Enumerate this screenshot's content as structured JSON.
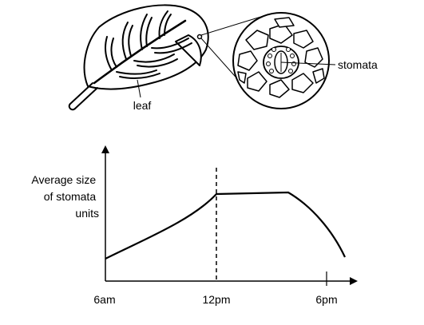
{
  "labels": {
    "leaf": "leaf",
    "stomata": "stomata"
  },
  "graph": {
    "ylabel_lines": [
      "Average size",
      "of stomata",
      "units"
    ],
    "xticks": [
      "6am",
      "12pm",
      "6pm"
    ]
  }
}
